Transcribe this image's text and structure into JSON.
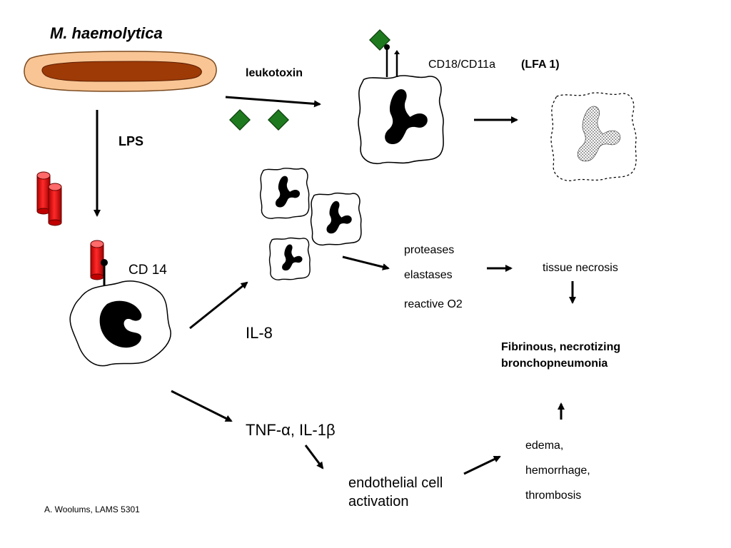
{
  "title": "M. haemolytica",
  "labels": {
    "leukotoxin": "leukotoxin",
    "lps": "LPS",
    "cd18": "CD18/CD11a",
    "lfa1": "(LFA 1)",
    "cd14": "CD 14",
    "il8": "IL-8",
    "proteases": "proteases",
    "elastases": "elastases",
    "reactive_o2": "reactive O2",
    "tissue_necrosis": "tissue necrosis",
    "outcome_line1": "Fibrinous, necrotizing",
    "outcome_line2": "bronchopneumonia",
    "tnf_prefix": "TNF-",
    "alpha": "α",
    "il1_prefix": ", IL-1",
    "beta": "β",
    "endo_line1": "endothelial cell",
    "endo_line2": "activation",
    "edema": "edema,",
    "hemorrhage": "hemorrhage,",
    "thrombosis": "thrombosis",
    "credit": "A. Woolums, LAMS 5301"
  },
  "colors": {
    "bacterium_outer": "#f9c594",
    "bacterium_inner": "#9e3a06",
    "toxin": "#1f7a1f",
    "lps_cylinder": "#e21b1b",
    "nucleus": "#000000"
  }
}
